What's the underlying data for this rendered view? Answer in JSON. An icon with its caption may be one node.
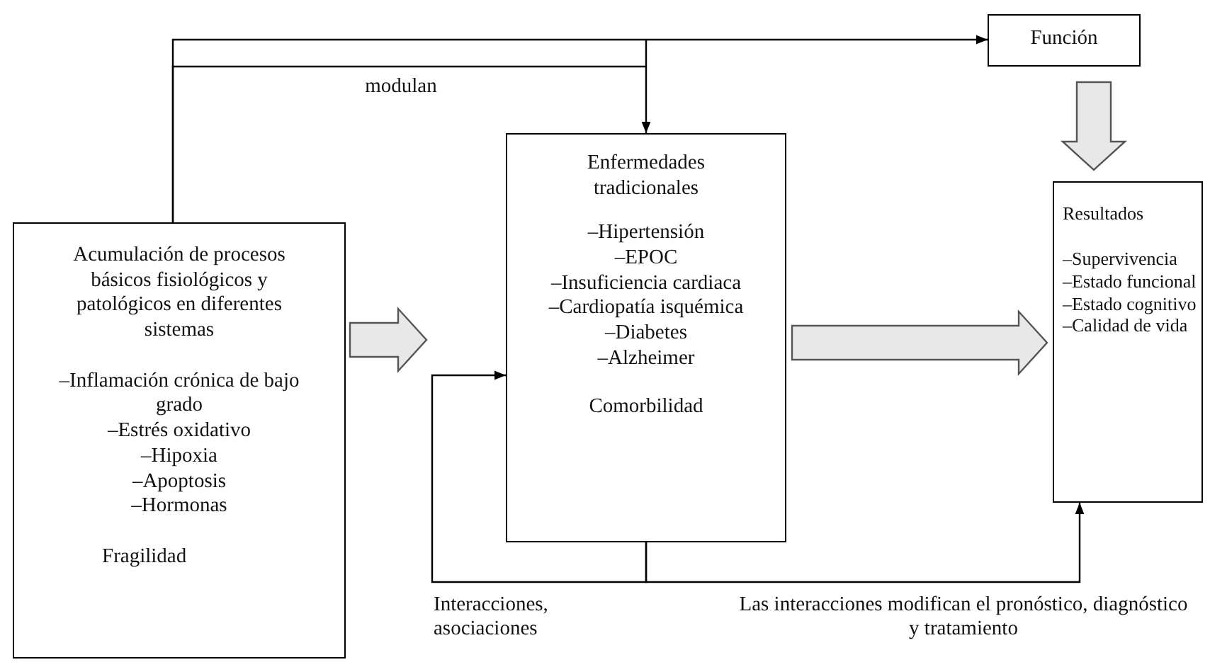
{
  "diagram": {
    "nodes": [
      {
        "text": [
          "Acumulación de procesos básicos fisiológicos y patológicos en diferentes sistemas",
          "–Inflamación crónica de bajo grado",
          "–Estrés oxidativo",
          "–Hipoxia",
          "–Apoptosis",
          "–Hormonas",
          "Fragilidad"
        ]
      },
      {
        "text": [
          "Enfermedades tradicionales",
          "–Hipertensión",
          "–EPOC",
          "–Insuficiencia cardiaca",
          "–Cardiopatía isquémica",
          "–Diabetes",
          "–Alzheimer",
          "Comorbilidad"
        ]
      },
      {
        "text": [
          "Función"
        ]
      },
      {
        "text": [
          "Resultados",
          "–Supervivencia",
          "–Estado funcional",
          "–Estado cognitivo",
          "–Calidad de vida"
        ]
      }
    ],
    "edges": [
      {
        "from": 0,
        "to": 2,
        "arrow": "to"
      },
      {
        "from": 0,
        "to": 1,
        "arrow": "to",
        "label": "modulan"
      },
      {
        "from": 1,
        "to": 1,
        "arrow": "to",
        "label": "Interacciones, asociaciones"
      },
      {
        "from": 1,
        "to": 3,
        "arrow": "to",
        "label": "Las interacciones modifican el pronóstico, diagnóstico y tratamiento"
      },
      {
        "from": 0,
        "to": 1,
        "arrow": "to",
        "style": "thick"
      },
      {
        "from": 1,
        "to": 3,
        "arrow": "to",
        "style": "thick"
      },
      {
        "from": 2,
        "to": 3,
        "arrow": "to",
        "style": "thick"
      }
    ]
  }
}
